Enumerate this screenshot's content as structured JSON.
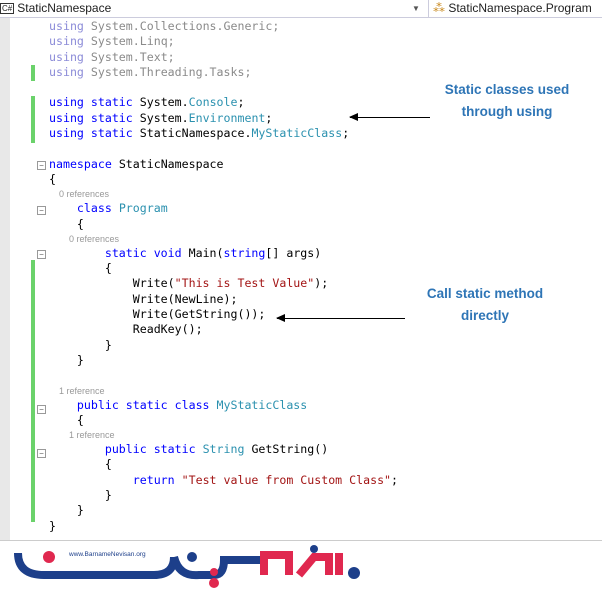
{
  "toolbar": {
    "file_dropdown": "StaticNamespace",
    "file_icon": "C#",
    "member_dropdown": "StaticNamespace.Program"
  },
  "code_lines": [
    {
      "lens": false,
      "segs": [
        [
          "fdk",
          "using "
        ],
        [
          "fd",
          "System.Collections.Generic;"
        ]
      ]
    },
    {
      "lens": false,
      "segs": [
        [
          "fdk",
          "using "
        ],
        [
          "fd",
          "System.Linq;"
        ]
      ]
    },
    {
      "lens": false,
      "segs": [
        [
          "fdk",
          "using "
        ],
        [
          "fd",
          "System.Text;"
        ]
      ]
    },
    {
      "lens": false,
      "segs": [
        [
          "fdk",
          "using "
        ],
        [
          "fd",
          "System.Threading.Tasks;"
        ]
      ]
    },
    {
      "lens": false,
      "segs": []
    },
    {
      "lens": false,
      "segs": [
        [
          "kw",
          "using static "
        ],
        [
          "",
          "System."
        ],
        [
          "ty",
          "Console"
        ],
        [
          "",
          ";"
        ]
      ]
    },
    {
      "lens": false,
      "segs": [
        [
          "kw",
          "using static "
        ],
        [
          "",
          "System."
        ],
        [
          "ty",
          "Environment"
        ],
        [
          "",
          ";"
        ]
      ]
    },
    {
      "lens": false,
      "segs": [
        [
          "kw",
          "using static "
        ],
        [
          "",
          "StaticNamespace."
        ],
        [
          "ty",
          "MyStaticClass"
        ],
        [
          "",
          ";"
        ]
      ]
    },
    {
      "lens": false,
      "segs": []
    },
    {
      "lens": false,
      "segs": [
        [
          "kw",
          "namespace "
        ],
        [
          "",
          "StaticNamespace"
        ]
      ]
    },
    {
      "lens": false,
      "segs": [
        [
          "",
          "{"
        ]
      ]
    },
    {
      "lens": true,
      "segs": [
        [
          "",
          "    0 references"
        ]
      ]
    },
    {
      "lens": false,
      "segs": [
        [
          "kw",
          "    class "
        ],
        [
          "ty",
          "Program"
        ]
      ]
    },
    {
      "lens": false,
      "segs": [
        [
          "",
          "    {"
        ]
      ]
    },
    {
      "lens": true,
      "segs": [
        [
          "",
          "        0 references"
        ]
      ]
    },
    {
      "lens": false,
      "segs": [
        [
          "kw",
          "        static void "
        ],
        [
          "",
          "Main("
        ],
        [
          "kw",
          "string"
        ],
        [
          "",
          "[] args)"
        ]
      ]
    },
    {
      "lens": false,
      "segs": [
        [
          "",
          "        {"
        ]
      ]
    },
    {
      "lens": false,
      "segs": [
        [
          "",
          "            Write("
        ],
        [
          "st",
          "\"This is Test Value\""
        ],
        [
          "",
          ");"
        ]
      ]
    },
    {
      "lens": false,
      "segs": [
        [
          "",
          "            Write(NewLine);"
        ]
      ]
    },
    {
      "lens": false,
      "segs": [
        [
          "",
          "            Write(GetString());"
        ]
      ]
    },
    {
      "lens": false,
      "segs": [
        [
          "",
          "            ReadKey();"
        ]
      ]
    },
    {
      "lens": false,
      "segs": [
        [
          "",
          "        }"
        ]
      ]
    },
    {
      "lens": false,
      "segs": [
        [
          "",
          "    }"
        ]
      ]
    },
    {
      "lens": false,
      "segs": []
    },
    {
      "lens": true,
      "segs": [
        [
          "",
          "    1 reference"
        ]
      ]
    },
    {
      "lens": false,
      "segs": [
        [
          "kw",
          "    public static class "
        ],
        [
          "ty",
          "MyStaticClass"
        ]
      ]
    },
    {
      "lens": false,
      "segs": [
        [
          "",
          "    {"
        ]
      ]
    },
    {
      "lens": true,
      "segs": [
        [
          "",
          "        1 reference"
        ]
      ]
    },
    {
      "lens": false,
      "segs": [
        [
          "kw",
          "        public static "
        ],
        [
          "ty",
          "String "
        ],
        [
          "",
          "GetString()"
        ]
      ]
    },
    {
      "lens": false,
      "segs": [
        [
          "",
          "        {"
        ]
      ]
    },
    {
      "lens": false,
      "segs": [
        [
          "kw",
          "            return "
        ],
        [
          "st",
          "\"Test value from Custom Class\""
        ],
        [
          "",
          ";"
        ]
      ]
    },
    {
      "lens": false,
      "segs": [
        [
          "",
          "        }"
        ]
      ]
    },
    {
      "lens": false,
      "segs": [
        [
          "",
          "    }"
        ]
      ]
    },
    {
      "lens": false,
      "segs": [
        [
          "",
          "}"
        ]
      ]
    }
  ],
  "annotations": {
    "using_note_1": "Static classes used",
    "using_note_2": "through using",
    "call_note_1": "Call static method",
    "call_note_2": "directly"
  },
  "logo": {
    "url": "www.BarnameNevisan.org",
    "colors": {
      "blue": "#1d3f8a",
      "red": "#e0284f"
    }
  }
}
